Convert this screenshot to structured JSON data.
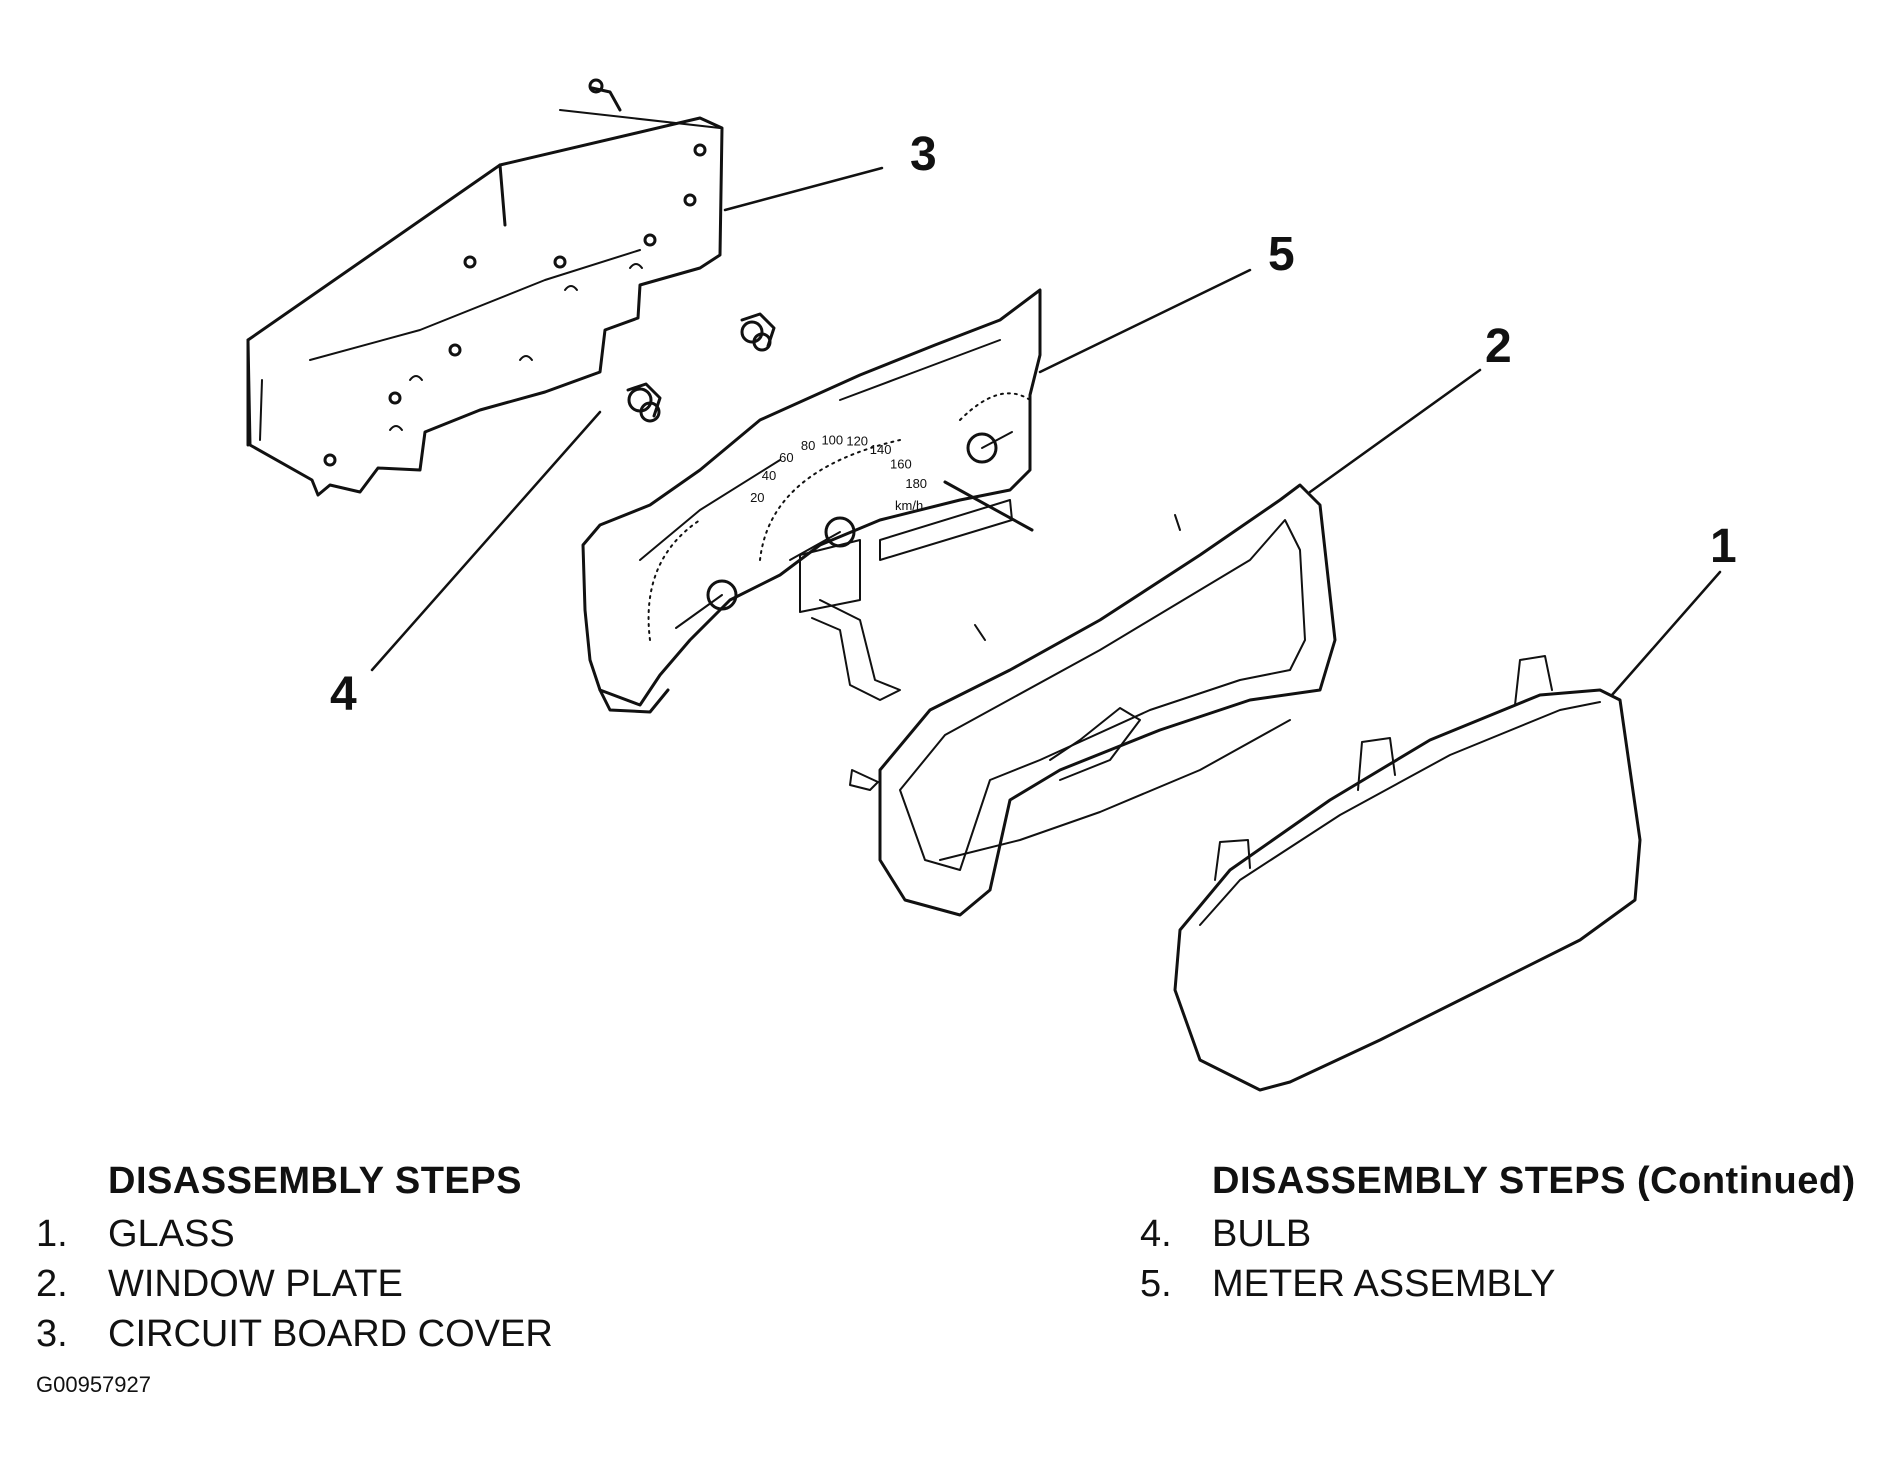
{
  "callouts": {
    "c1": "1",
    "c2": "2",
    "c3": "3",
    "c4": "4",
    "c5": "5"
  },
  "steps_left": {
    "heading": "DISASSEMBLY STEPS",
    "items": [
      {
        "num": "1.",
        "label": "GLASS"
      },
      {
        "num": "2.",
        "label": "WINDOW PLATE"
      },
      {
        "num": "3.",
        "label": "CIRCUIT BOARD COVER"
      }
    ]
  },
  "steps_right": {
    "heading": "DISASSEMBLY STEPS",
    "heading_suffix": "(Continued)",
    "items": [
      {
        "num": "4.",
        "label": "BULB"
      },
      {
        "num": "5.",
        "label": "METER ASSEMBLY"
      }
    ]
  },
  "dial_labels": {
    "speedo": [
      "20",
      "40",
      "60",
      "80",
      "100",
      "120",
      "140",
      "160",
      "180"
    ],
    "speed_unit": "km/h"
  },
  "figure_id": "G00957927"
}
